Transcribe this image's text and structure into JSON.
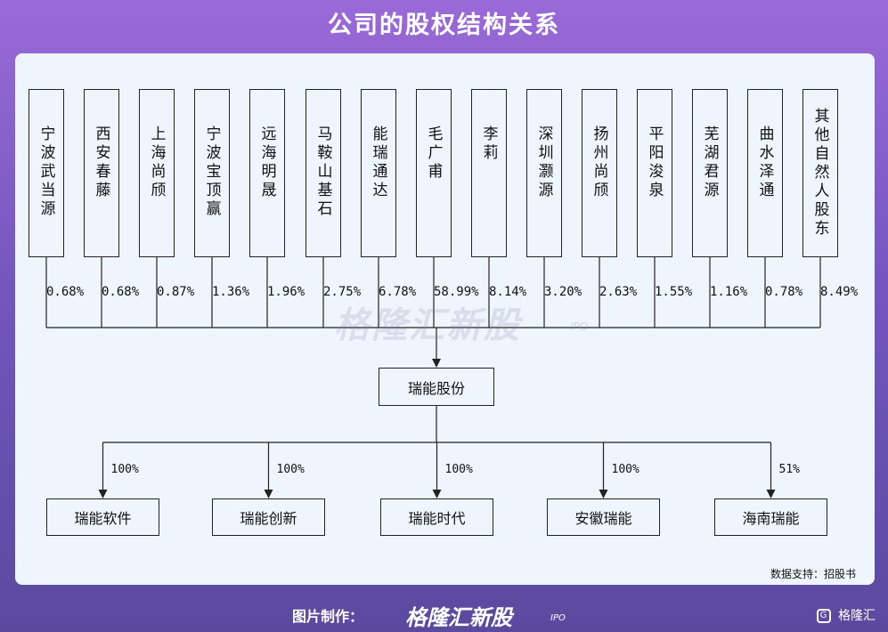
{
  "title": "公司的股权结构关系",
  "shareholders": [
    {
      "name": "宁波武当源",
      "pct": "0.68%"
    },
    {
      "name": "西安春藤",
      "pct": "0.68%"
    },
    {
      "name": "上海尚颀",
      "pct": "0.87%"
    },
    {
      "name": "宁波宝顶赢",
      "pct": "1.36%"
    },
    {
      "name": "远海明晟",
      "pct": "1.96%"
    },
    {
      "name": "马鞍山基石",
      "pct": "2.75%"
    },
    {
      "name": "能瑞通达",
      "pct": "6.78%"
    },
    {
      "name": "毛广甫",
      "pct": "58.99%"
    },
    {
      "name": "李莉",
      "pct": "8.14%"
    },
    {
      "name": "深圳灏源",
      "pct": "3.20%"
    },
    {
      "name": "扬州尚颀",
      "pct": "2.63%"
    },
    {
      "name": "平阳浚泉",
      "pct": "1.55%"
    },
    {
      "name": "芜湖君源",
      "pct": "1.16%"
    },
    {
      "name": "曲水泽通",
      "pct": "0.78%"
    },
    {
      "name": "其他自然人股东",
      "pct": "8.49%"
    }
  ],
  "company": "瑞能股份",
  "subsidiaries": [
    {
      "name": "瑞能软件",
      "pct": "100%"
    },
    {
      "name": "瑞能创新",
      "pct": "100%"
    },
    {
      "name": "瑞能时代",
      "pct": "100%"
    },
    {
      "name": "安徽瑞能",
      "pct": "100%"
    },
    {
      "name": "海南瑞能",
      "pct": "51%"
    }
  ],
  "watermark": "格隆汇新股",
  "watermark_sub": "IPO",
  "source": "数据支持：招股书",
  "footer": {
    "made_by": "图片制作：",
    "brand": "格隆汇新股",
    "brand_sub": "IPO",
    "logo": "格隆汇",
    "logo_icon": "G"
  }
}
